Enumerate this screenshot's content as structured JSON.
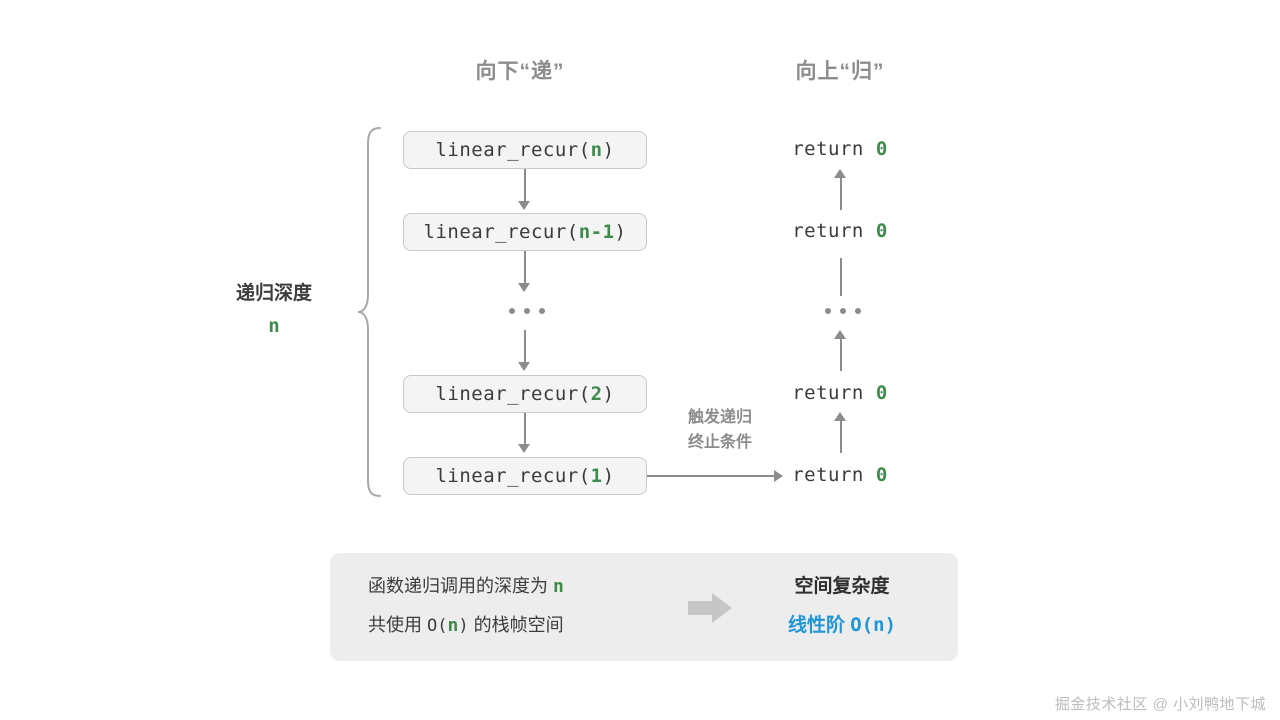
{
  "headers": {
    "down": "向下“递”",
    "up": "向上“归”"
  },
  "depth": {
    "label": "递归深度",
    "value": "n",
    "value_color": "#3f8b4b"
  },
  "call_stack": [
    {
      "prefix": "linear_recur(",
      "arg": "n",
      "suffix": ")"
    },
    {
      "prefix": "linear_recur(",
      "arg": "n-1",
      "suffix": ")"
    },
    {
      "ellipsis": "..."
    },
    {
      "prefix": "linear_recur(",
      "arg": "2",
      "suffix": ")"
    },
    {
      "prefix": "linear_recur(",
      "arg": "1",
      "suffix": ")"
    }
  ],
  "returns": [
    {
      "keyword": "return",
      "value": "0"
    },
    {
      "keyword": "return",
      "value": "0"
    },
    {
      "ellipsis": "..."
    },
    {
      "keyword": "return",
      "value": "0"
    },
    {
      "keyword": "return",
      "value": "0"
    }
  ],
  "base_case_note": {
    "line1": "触发递归",
    "line2": "终止条件"
  },
  "summary": {
    "left_line1_a": "函数递归调用的深度为",
    "left_line1_n": "n",
    "left_line2_a": "共使用",
    "left_line2_o": "O(",
    "left_line2_n": "n",
    "left_line2_b": ")",
    "left_line2_c": "的栈帧空间",
    "arrow": "block-arrow-right",
    "right_title": "空间复杂度",
    "right_order": "线性阶",
    "right_complexity": "O(n)"
  },
  "colors": {
    "green": "#3f8b4b",
    "blue": "#2196d6",
    "gray": "#8c8c8c",
    "box_fill": "#f4f4f4",
    "panel_fill": "#ededed"
  },
  "watermark": "掘金技术社区 @ 小刘鸭地下城"
}
